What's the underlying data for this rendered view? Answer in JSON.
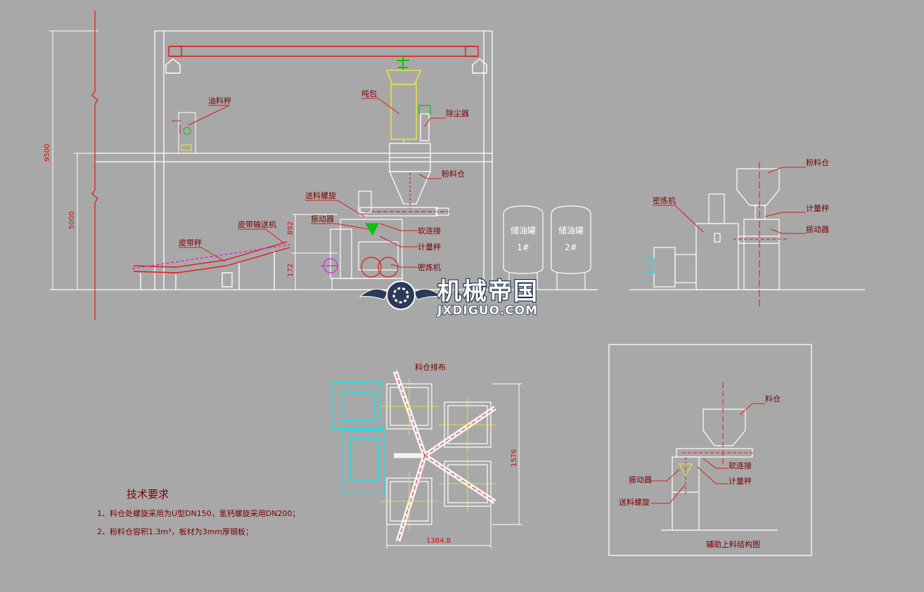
{
  "drawing": {
    "labels": {
      "oil_scale": "油料秤",
      "ton_bag": "吨包",
      "dust_collector": "除尘器",
      "powder_bin": "粉料仓",
      "screw_feeder": "送料螺旋",
      "vibrator": "振动器",
      "belt_conveyor": "皮带输送机",
      "soft_connection": "软连接",
      "metering_scale": "计量秤",
      "mixer": "密炼机",
      "belt_scale": "皮带秤",
      "oil_tank_1": "储油罐",
      "oil_tank_1_no": "1#",
      "oil_tank_2": "储油罐",
      "oil_tank_2_no": "2#",
      "side_mixer": "密炼机",
      "side_powder_bin": "粉料仓",
      "side_metering_scale": "计量秤",
      "side_vibrator": "振动器",
      "bin_layout": "料仓排布",
      "aux_bin": "料仓",
      "aux_soft_connection": "软连接",
      "aux_metering_scale": "计量秤",
      "aux_vibrator": "振动器",
      "aux_screw_feeder": "送料螺旋",
      "aux_caption": "辅助上料结构图"
    },
    "dimensions": {
      "total_height": "9500",
      "floor_height": "5000",
      "d_892": "892",
      "d_172": "172",
      "layout_height": "1576",
      "layout_width": "1384.8"
    }
  },
  "technical_requirements": {
    "title": "技术要求",
    "items": [
      "1、料仓处螺旋采用为U型DN150，氢钙螺旋采用DN200；",
      "2、粉料仓容积1.3m³，板材为3mm厚钢板；"
    ]
  },
  "watermark": {
    "title": "机械帝国",
    "url": "JXDIGUO.COM"
  },
  "colors": {
    "background": "#a8a8a8",
    "frame": "#ffffff",
    "red": "#e01818",
    "yellow": "#f2ee30",
    "cyan": "#00e8f0",
    "magenta": "#e020e0",
    "green": "#10c010",
    "label": "#7a0000"
  }
}
